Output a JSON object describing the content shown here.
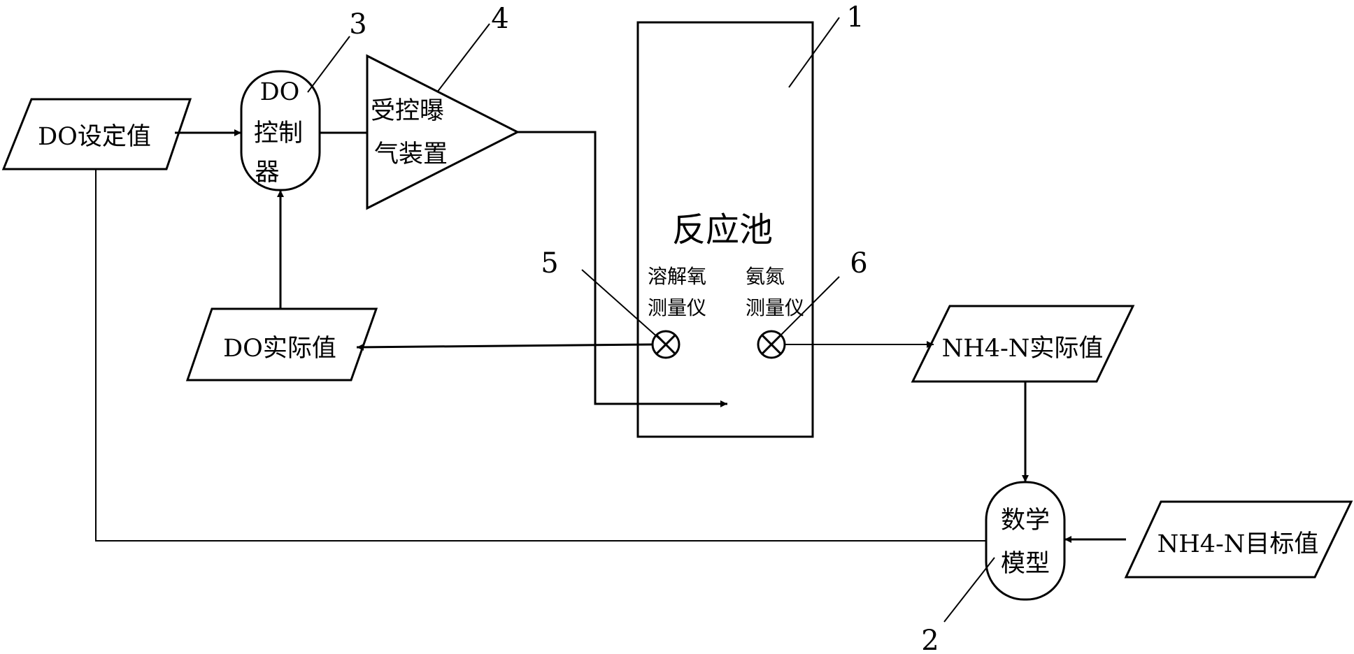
{
  "nodes": {
    "do_setpoint": "DO设定值",
    "do_controller": [
      "DO",
      "控制",
      "器"
    ],
    "aeration_device": [
      "受控曝",
      "气装置"
    ],
    "reactor": "反应池",
    "do_meter": [
      "溶解氧",
      "测量仪"
    ],
    "nh4_meter": [
      "氨氮",
      "测量仪"
    ],
    "do_actual": "DO实际值",
    "nh4_actual": "NH4-N实际值",
    "math_model": [
      "数学",
      "模型"
    ],
    "nh4_target": "NH4-N目标值"
  },
  "callouts": {
    "c1": "1",
    "c2": "2",
    "c3": "3",
    "c4": "4",
    "c5": "5",
    "c6": "6"
  }
}
